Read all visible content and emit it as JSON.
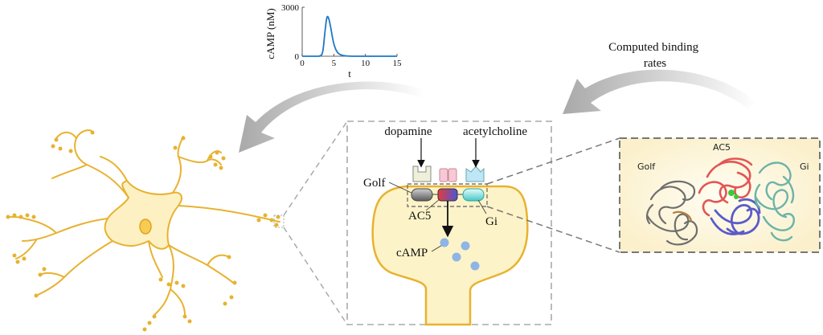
{
  "chart_data": {
    "type": "line",
    "title": "",
    "xlabel": "t",
    "ylabel": "cAMP (nM)",
    "xlim": [
      0,
      15
    ],
    "ylim": [
      0,
      3000
    ],
    "x_ticks": [
      "0",
      "5",
      "10",
      "15"
    ],
    "y_ticks": [
      "0",
      "3000"
    ],
    "series": [
      {
        "x": [
          0,
          1,
          2,
          3,
          3.3,
          3.6,
          3.9,
          4.2,
          4.5,
          4.8,
          5.1,
          5.5,
          6,
          7,
          8,
          10,
          12,
          15
        ],
        "y": [
          0,
          0,
          0,
          0,
          300,
          1500,
          2500,
          2350,
          1800,
          1100,
          600,
          250,
          80,
          10,
          0,
          0,
          0,
          0
        ]
      }
    ],
    "color": "#1f77c4"
  },
  "labels": {
    "computed_rates": "Computed binding rates",
    "dopamine": "dopamine",
    "acetylcholine": "acetylcholine",
    "golf": "Golf",
    "ac5": "AC5",
    "gi": "Gi",
    "camp": "cAMP"
  },
  "structure_labels": {
    "golf": "Golf",
    "ac5": "AC5",
    "gi": "Gi"
  },
  "colors": {
    "neuron": "#e8b230",
    "neuron_fill": "#fdf1c4",
    "spine_fill": "#fdf3c8",
    "camp_dot": "#8fb4e6",
    "dashed_box": "#aaaaaa",
    "structure_frame": "#777777",
    "golf_protein": "#6e6e6e",
    "ac5_protein": "#e25555",
    "ac5_lower": "#5b5bc8",
    "gi_protein": "#6cb3a8"
  }
}
